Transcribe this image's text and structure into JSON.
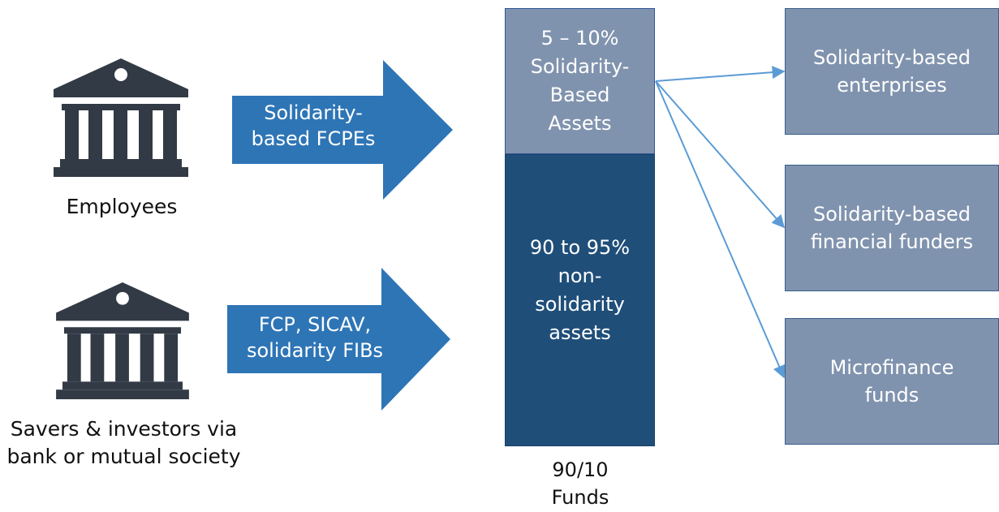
{
  "sources": [
    {
      "id": "employees",
      "icon": "bank-building-icon",
      "caption": "Employees"
    },
    {
      "id": "savers",
      "icon": "bank-building-icon",
      "caption": "Savers & investors via bank or mutual society"
    }
  ],
  "arrows": [
    {
      "id": "fcpe",
      "label": "Solidarity-based FCPEs"
    },
    {
      "id": "fibs",
      "label": "FCP, SICAV, solidarity FIBs"
    }
  ],
  "fund": {
    "top_label": "5 – 10% Solidarity-Based Assets",
    "bottom_label": "90 to 95% non-solidarity assets",
    "caption": "90/10 Funds"
  },
  "targets": [
    {
      "id": "enterprises",
      "label": "Solidarity-based enterprises"
    },
    {
      "id": "funders",
      "label": "Solidarity-based financial funders"
    },
    {
      "id": "microfinance",
      "label": "Microfinance funds"
    }
  ],
  "colors": {
    "icon": "#323a46",
    "arrow": "#2e75b6",
    "fund_top": "#8093ae",
    "fund_bottom": "#1f4e79",
    "target_box": "#8093ae",
    "connector": "#5b9bd5"
  }
}
